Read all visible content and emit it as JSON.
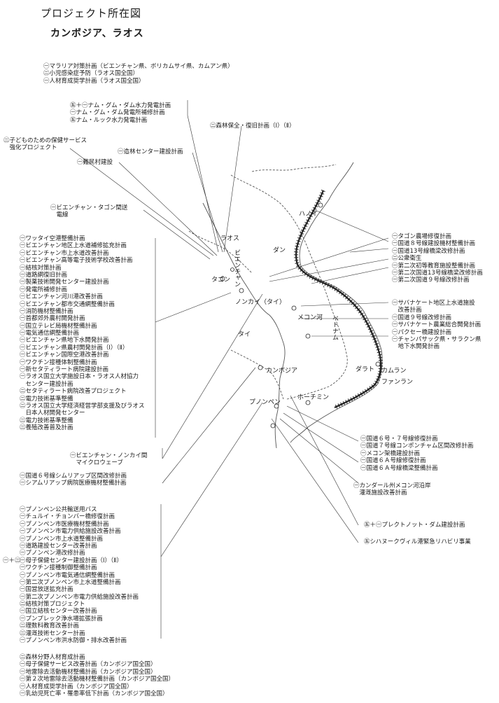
{
  "title": "プロジェクト所在図",
  "subtitle": "カンボジア、ラオス",
  "places": {
    "hanoi": "ハノイ",
    "laos": "ラオス",
    "vientiane": "ビエンチャン",
    "tagon": "タゴン",
    "nongkhai": "ノンカイ（タイ）",
    "thai": "タイ",
    "mekong": "メコン河",
    "dang": "ダン",
    "vietnam": "ベトナム",
    "cambodia": "カンボジア",
    "phnompenh": "プノンペン",
    "hochiminh": "ホーチミン",
    "dalat": "ダラト",
    "camranh": "カムラン",
    "phanrang": "ファンラン"
  },
  "groups": {
    "top_laos": [
      "㊀マラリア対策計画（ビエンチャン県、ボリカムサイ県、カムアン県）",
      "㊁小児感染症予防（ラオス国全国）",
      "㊀人材育成奨学計画（ラオス国全国）"
    ],
    "nam_ngum": [
      "㊄＋㊀ナム・グム・ダム水力発電計画",
      "㊀ナム・グム・ダム発電所補修計画",
      "㊄ナム・ルック水力発電計画"
    ],
    "forest": [
      "㊁森林保全・復旧計画（Ⅰ）（Ⅱ）"
    ],
    "child": [
      "㊁子どものための保健サービス",
      "　強化プロジェクト"
    ],
    "forestry_center": [
      "㊀造林センター建設計画"
    ],
    "refugee": [
      "㊀難民村建設"
    ],
    "tagon_line": [
      "㊀ビエンチャン・タゴン間送",
      "　電線"
    ],
    "vientiane_list": [
      "㊀ワッタイ空港整備計画",
      "㊀ビエンチャン地区上水道補修拡充計画",
      "㊀ビエンチャン市上水道改善計画",
      "㊀ビエンチャン高等電子技術学校改善計画",
      "㊀結核対策計画",
      "㊀道路網復旧計画",
      "㊀製薬技術開発センター建設計画",
      "㊀発電所補修計画",
      "㊀ビエンチャン河川港改善計画",
      "㊀ビエンチャン都市交通網整備計画",
      "㊀消防機材整備計画",
      "㊀首都郊外農村開発計画",
      "㊀国立テレビ局機材整備計画",
      "㊀電気通信網整備計画",
      "㊀ビエンチャン県地下水開発計画",
      "㊀ビエンチャン県農村開発計画（Ⅰ）（Ⅱ）",
      "㊀ビエンチャン国際空港改善計画",
      "㊀ワクチン接種体制整備計画",
      "㊀新セタティラート病院建設計画",
      "㊀ラオス国立大学施設日本・ラオス人材協力",
      "　センター建設計画",
      "㊁セタティラート病院改善プロジェクト",
      "㊁電力技術基準整備",
      "㊁ラオス国立大学経済経営学部支援及びラオス",
      "　日本人材開発センター",
      "㊁電力技術基準整備",
      "㊁養殖改善普及計画"
    ],
    "microwave": [
      "㊀ビエンチャン・ノンカイ間",
      "　マイクロウェーブ"
    ],
    "route6": [
      "㊀国道６号線シムリアップ区間改修計画",
      "㊀シアムリアップ病院医療機材整備計画"
    ],
    "phnompenh_list": [
      "㊀プノンペン公共輸送用バス",
      "㊀チュルイ・チョンバー橋修復計画",
      "㊀プノンペン市医療機材整備計画",
      "㊀プノンペン市電力供給施設改善計画",
      "㊀プノンペン市上水道整備計画",
      "㊀道路建設センター改善計画",
      "㊀プノンペン港改修計画",
      "㊀母子保健センター建設計画（Ⅰ）（Ⅱ）",
      "㊀ワクチン接種制御整備計画",
      "㊀プノンペン市電気通信網整備計画",
      "㊀第二次プノンペン市上水道整備計画",
      "㊀国営放送拡充計画",
      "㊀第二次プノンペン市電力供給施設改善計画",
      "㊁結核対策プロジェクト",
      "㊀国立結核センター改善計画",
      "㊀プンプレック浄水場拡張計画",
      "㊁理数科教育改善計画",
      "㊁灌漑技術センター計画",
      "㊀プノンペン市洪水防御・排水改善計画"
    ],
    "phnompenh_prefix": "㊀＋㊁",
    "bottom_list": [
      "㊁森林分野人材育成計画",
      "㊀母子保健サービス改善計画（カンボジア国全国）",
      "㊀地雷除去活動機材整備計画（カンボジア国全国）",
      "㊀第２次地雷除去活動機材整備計画（カンボジア国全国）",
      "㊀人材育成奨学計画（カンボジア国全国）",
      "㊀乳幼児死亡率・罹患率低下計画（カンボジア国全国）"
    ],
    "right_top": [
      "㊀タゴン農場修復計画",
      "㊀国道８号線建設機材整備計画",
      "㊀国道13号線橋梁改修計画",
      "㊁公衆衛生",
      "㊀第二次初等教育施設整備計画",
      "㊀第二次国道13号線橋梁改修計画",
      "㊀第二次国道９号線改修計画"
    ],
    "right_mid": [
      "㊀サバナケート地区上水道施設",
      "　改善計画",
      "㊀国道９号線改修計画",
      "㊀サバナケート農業総合開発計画",
      "㊀パクセー橋建設計画",
      "㊀チャンパサック県・サラクン県",
      "　地下水開発計画"
    ],
    "right_low": [
      "㊀国道６号・７号線修復計画",
      "㊀国道７号線コンポンチャム区間改修計画",
      "㊀メコン架橋建設計画",
      "㊀国道６Ａ号線修復計画",
      "㊀国道６Ａ号線橋梁整備計画"
    ],
    "kandal": [
      "㊀カンダール州メコン河沿岸",
      "　灌漑施設改善計画"
    ],
    "prek": [
      "㊄＋㊀プレクトノット・ダム建設計画"
    ],
    "sihanouk": [
      "㊄シハヌークヴィル港緊急リハビリ事業"
    ]
  }
}
